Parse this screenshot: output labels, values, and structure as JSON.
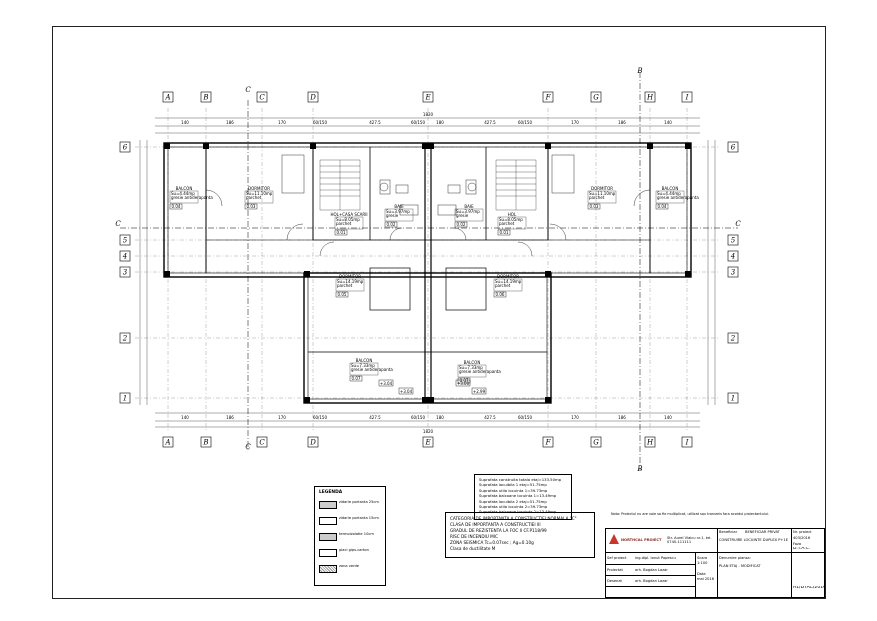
{
  "grid": {
    "columns": [
      "A",
      "B",
      "C",
      "D",
      "E",
      "F",
      "G",
      "H",
      "I"
    ],
    "rows": [
      "6",
      "5",
      "4",
      "3",
      "2",
      "1"
    ],
    "section_labels": {
      "bb": "B",
      "cc": "C"
    }
  },
  "rooms": {
    "balcon_left": {
      "name": "BALCON",
      "line1": "Su=4.44mp",
      "line2": "gresie antiderapanta",
      "code": "0.04"
    },
    "dormitor_left": {
      "name": "DORMITOR",
      "line1": "Su=11.10mp",
      "line2": "parchet",
      "code": "0.03"
    },
    "hol_left": {
      "name": "HOL+CASA SCARII",
      "line1": "Su=8.05mp",
      "line2": "parchet",
      "code": "0.01"
    },
    "baie_left": {
      "name": "BAIE",
      "line1": "Su=3.97mp",
      "line2": "gresie",
      "code": "0.02"
    },
    "baie_right": {
      "name": "BAIE",
      "line1": "Su=3.97mp",
      "line2": "gresie",
      "code": "0.02"
    },
    "hol_right": {
      "name": "HOL",
      "line1": "Su=8.05mp",
      "line2": "parchet",
      "code": "0.01"
    },
    "dormitor_right": {
      "name": "DORMITOR",
      "line1": "Su=11.10mp",
      "line2": "parchet",
      "code": "0.03"
    },
    "balcon_right": {
      "name": "BALCON",
      "line1": "Su=4.44mp",
      "line2": "gresie antiderapanta",
      "code": "0.04"
    },
    "dormitor_c_left": {
      "name": "DORMITOR",
      "line1": "Su=14.19mp",
      "line2": "parchet",
      "code": "0.05"
    },
    "dormitor_c_right": {
      "name": "DORMITOR",
      "line1": "Su=14.19mp",
      "line2": "parchet",
      "code": "0.06"
    },
    "balcon_c_left": {
      "name": "BALCON",
      "line1": "Su=7.33mp",
      "line2": "gresie antiderapanta",
      "code": "0.07"
    },
    "balcon_c_right": {
      "name": "BALCON",
      "line1": "Su=7.33mp",
      "line2": "gresie antiderapanta",
      "code": "0.07"
    }
  },
  "levels": {
    "l1": "+3.04",
    "l2": "+3.04",
    "l3": "+3.00",
    "l4": "+2.99"
  },
  "dims_top": [
    "140",
    "186",
    "170",
    "60/150",
    "427.5",
    "60/150",
    "180",
    "427.5",
    "60/150",
    "170",
    "186",
    "140"
  ],
  "dims_total": "1820",
  "areas": {
    "l1": "Suprafata construita totala etaj=133.50mp",
    "l2": "Suprafata locuibila 1 etaj=51.75mp",
    "l3": "Suprafata utila locuinta 1=39.73mp",
    "l4": "Suprafata balcoane locuinta 1=13.49mp",
    "l5": "Suprafata locuibila 2 etaj=51.75mp",
    "l6": "Suprafata utila locuinta 2=39.73mp",
    "l7": "Suprafata balcoane locuinta 2=13.49mp"
  },
  "category": {
    "l1": "CATEGORIA DE IMPORTANTA A CONSTRUCTIEI NORMALA \"C\"",
    "l2": "CLASA DE IMPORTANTA A CONSTRUCTIEI III",
    "l3": "GRADUL DE REZISTENTA LA FOC II CF.P118/99",
    "l4": "RISC DE INCENDIU MIC",
    "l5": "ZONA SEISMICA  Tc=0.07sec ; Ag=0.10g",
    "l6": "Clasa de ductilitate M"
  },
  "legend": {
    "title": "LEGENDA",
    "items": [
      "zidarie portanta 25cm",
      "zidarie portanta 15cm",
      "termoizolatie 10cm",
      "placi gips-carton",
      "zona verde"
    ]
  },
  "title_block": {
    "note": "Nota: Proiectul nu are voie sa fie multiplicat, utilizat sau transmis fara acordul proiectantului.",
    "company": "NORTHCAL PROIECT",
    "address": "Str. Aurel Vlaicu nr.1, tel. 0740-111111",
    "beneficiar_label": "Beneficiar",
    "beneficiar": "BENEFICIAR PRIVAT",
    "titlu_proiect": "CONSTRUIRE LOCUINTE DUPLEX P+1E",
    "sef_proiect_label": "Sef proiect",
    "sef_proiect": "ing.dipl. Ionut Popescu",
    "proiectat_label": "Proiectat",
    "proiectat": "arh. Bogdan Lazar",
    "desenat_label": "Desenat",
    "desenat": "arh. Bogdan Lazar",
    "scara_label": "Scara",
    "scara": "1:100",
    "data_label": "Data",
    "data": "mai 2016",
    "plansa_label": "Denumire plansa:",
    "plansa": "PLAN ETAJ - MODIFICAT",
    "nr_proiect_label": "Nr. proiect",
    "nr_proiect": "403/2016",
    "faza_label": "Faza",
    "faza": "D.T.A.C.",
    "plansa_nr": "A1/DTAC/2016"
  }
}
